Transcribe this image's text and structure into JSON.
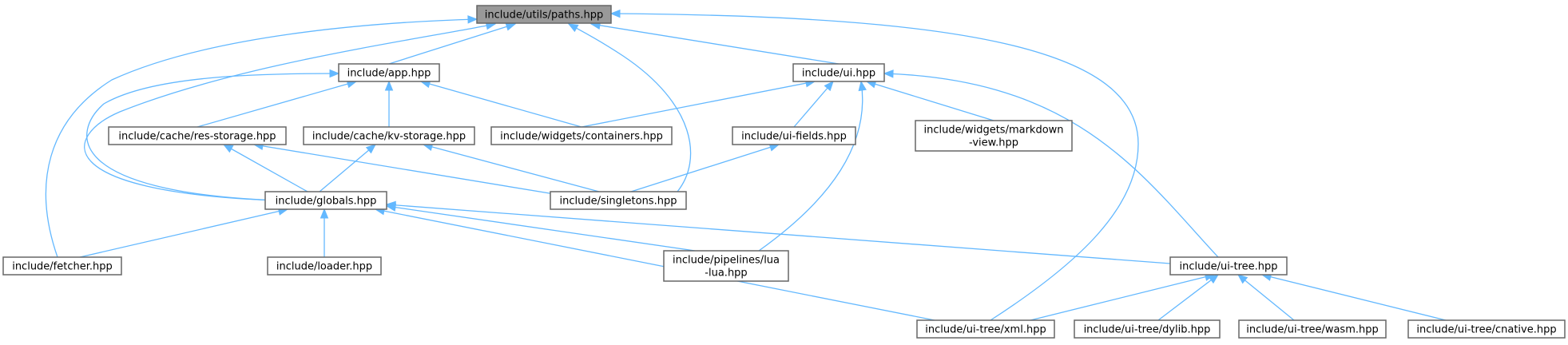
{
  "diagram": {
    "type": "include-dependency-graph",
    "colors": {
      "edge": "#63b8ff",
      "node_border": "#666666",
      "node_fill": "#ffffff",
      "root_fill": "#999999",
      "text": "#000000"
    },
    "nodes": [
      {
        "id": "paths",
        "lines": [
          "include/utils/paths.hpp"
        ],
        "root": true
      },
      {
        "id": "app",
        "lines": [
          "include/app.hpp"
        ]
      },
      {
        "id": "ui",
        "lines": [
          "include/ui.hpp"
        ]
      },
      {
        "id": "res",
        "lines": [
          "include/cache/res-storage.hpp"
        ]
      },
      {
        "id": "kv",
        "lines": [
          "include/cache/kv-storage.hpp"
        ]
      },
      {
        "id": "containers",
        "lines": [
          "include/widgets/containers.hpp"
        ]
      },
      {
        "id": "uifields",
        "lines": [
          "include/ui-fields.hpp"
        ]
      },
      {
        "id": "markdown",
        "lines": [
          "include/widgets/markdown",
          "-view.hpp"
        ]
      },
      {
        "id": "globals",
        "lines": [
          "include/globals.hpp"
        ]
      },
      {
        "id": "singletons",
        "lines": [
          "include/singletons.hpp"
        ]
      },
      {
        "id": "fetcher",
        "lines": [
          "include/fetcher.hpp"
        ]
      },
      {
        "id": "loader",
        "lines": [
          "include/loader.hpp"
        ]
      },
      {
        "id": "lua",
        "lines": [
          "include/pipelines/lua",
          "-lua.hpp"
        ]
      },
      {
        "id": "uitree",
        "lines": [
          "include/ui-tree.hpp"
        ]
      },
      {
        "id": "xml",
        "lines": [
          "include/ui-tree/xml.hpp"
        ]
      },
      {
        "id": "dylib",
        "lines": [
          "include/ui-tree/dylib.hpp"
        ]
      },
      {
        "id": "wasm",
        "lines": [
          "include/ui-tree/wasm.hpp"
        ]
      },
      {
        "id": "cnative",
        "lines": [
          "include/ui-tree/cnative.hpp"
        ]
      }
    ],
    "edges": [
      {
        "from": "app",
        "to": "paths"
      },
      {
        "from": "ui",
        "to": "paths"
      },
      {
        "from": "globals",
        "to": "paths"
      },
      {
        "from": "fetcher",
        "to": "paths"
      },
      {
        "from": "singletons",
        "to": "paths"
      },
      {
        "from": "xml",
        "to": "paths"
      },
      {
        "from": "res",
        "to": "app"
      },
      {
        "from": "kv",
        "to": "app"
      },
      {
        "from": "containers",
        "to": "app"
      },
      {
        "from": "globals",
        "to": "app"
      },
      {
        "from": "containers",
        "to": "ui"
      },
      {
        "from": "uifields",
        "to": "ui"
      },
      {
        "from": "markdown",
        "to": "ui"
      },
      {
        "from": "lua",
        "to": "ui"
      },
      {
        "from": "uitree",
        "to": "ui"
      },
      {
        "from": "globals",
        "to": "res"
      },
      {
        "from": "singletons",
        "to": "res"
      },
      {
        "from": "globals",
        "to": "kv"
      },
      {
        "from": "singletons",
        "to": "kv"
      },
      {
        "from": "singletons",
        "to": "uifields"
      },
      {
        "from": "fetcher",
        "to": "globals"
      },
      {
        "from": "loader",
        "to": "globals"
      },
      {
        "from": "lua",
        "to": "globals"
      },
      {
        "from": "uitree",
        "to": "globals"
      },
      {
        "from": "xml",
        "to": "globals"
      },
      {
        "from": "xml",
        "to": "uitree"
      },
      {
        "from": "dylib",
        "to": "uitree"
      },
      {
        "from": "wasm",
        "to": "uitree"
      },
      {
        "from": "cnative",
        "to": "uitree"
      }
    ]
  }
}
